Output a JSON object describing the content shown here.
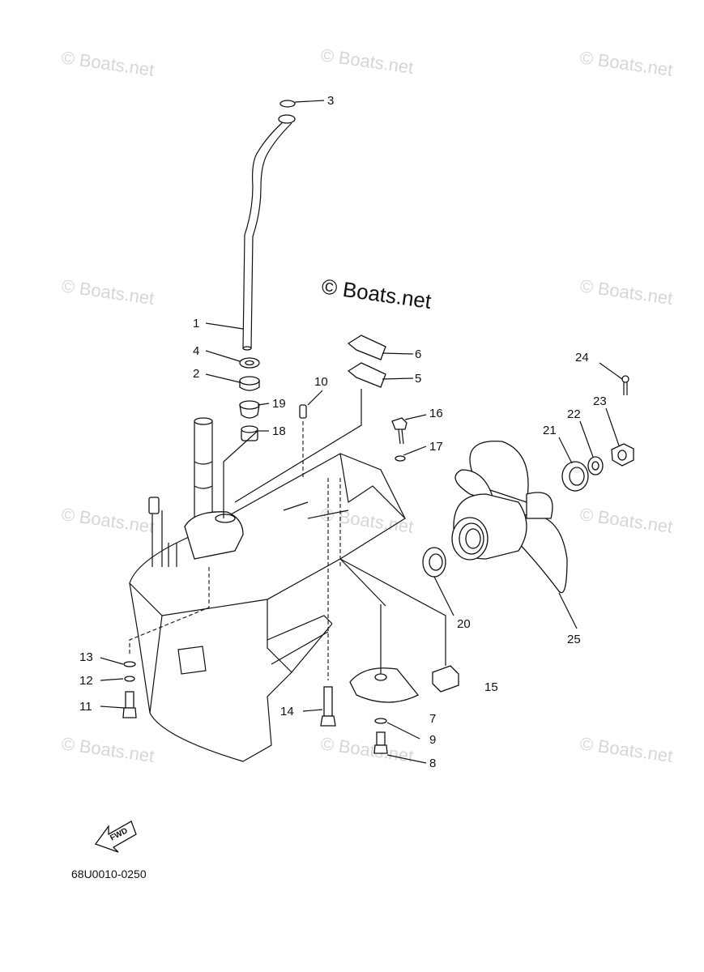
{
  "watermark": {
    "text": "© Boats.net",
    "center_text": "© Boats.net"
  },
  "part_number": "68U0010-0250",
  "fwd_label": "FWD",
  "callouts": [
    "1",
    "2",
    "3",
    "4",
    "5",
    "6",
    "7",
    "8",
    "9",
    "10",
    "11",
    "12",
    "13",
    "14",
    "15",
    "16",
    "17",
    "18",
    "19",
    "20",
    "21",
    "22",
    "23",
    "24",
    "25"
  ]
}
